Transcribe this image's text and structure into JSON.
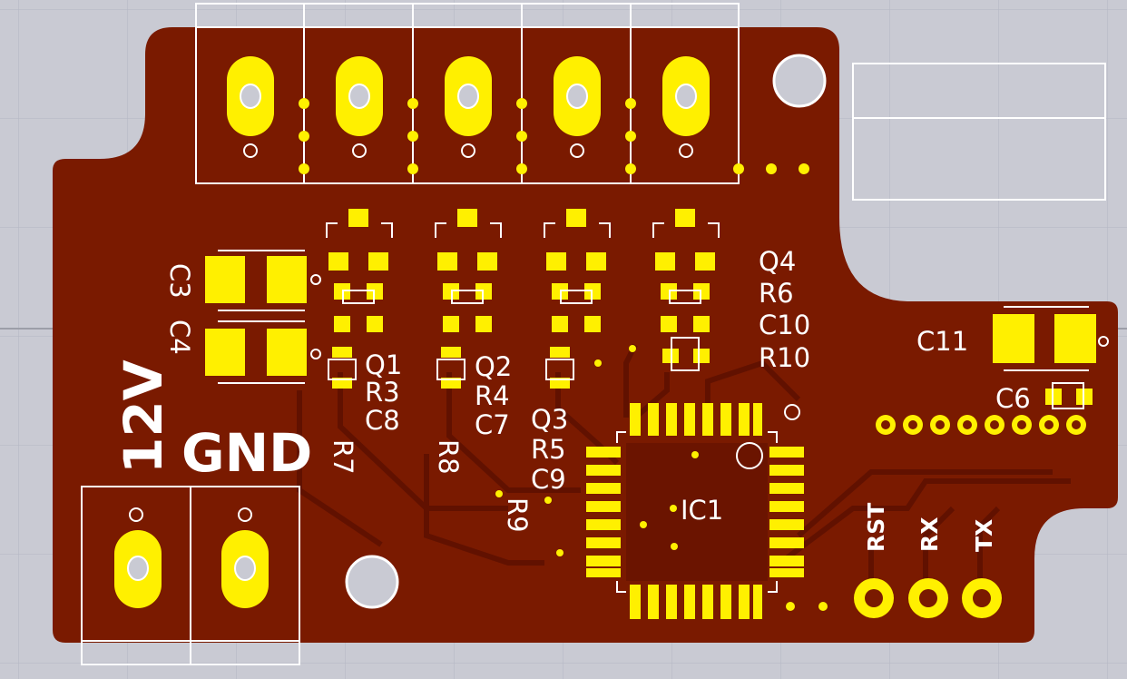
{
  "board": {
    "colors": {
      "background": "#c9cad3",
      "grid": "#b4b6c3",
      "board": "#7a1a00",
      "copper": "#6b1400",
      "pad": "#fff000",
      "silk": "#ffffff",
      "hole": "#c9cad3"
    }
  },
  "labels": {
    "q1": "Q1",
    "r3": "R3",
    "c8": "C8",
    "q2": "Q2",
    "r4": "R4",
    "c7": "C7",
    "q3": "Q3",
    "r5": "R5",
    "c9": "C9",
    "q4": "Q4",
    "r6": "R6",
    "c10": "C10",
    "r10": "R10",
    "c11": "C11",
    "c6": "C6",
    "c3": "C3",
    "c4": "C4",
    "r7": "R7",
    "r8": "R8",
    "r9": "R9",
    "ic1": "IC1"
  },
  "power": {
    "v12": "12V",
    "gnd": "GND"
  },
  "pins": {
    "rst": "RST",
    "rx": "RX",
    "tx": "TX"
  }
}
